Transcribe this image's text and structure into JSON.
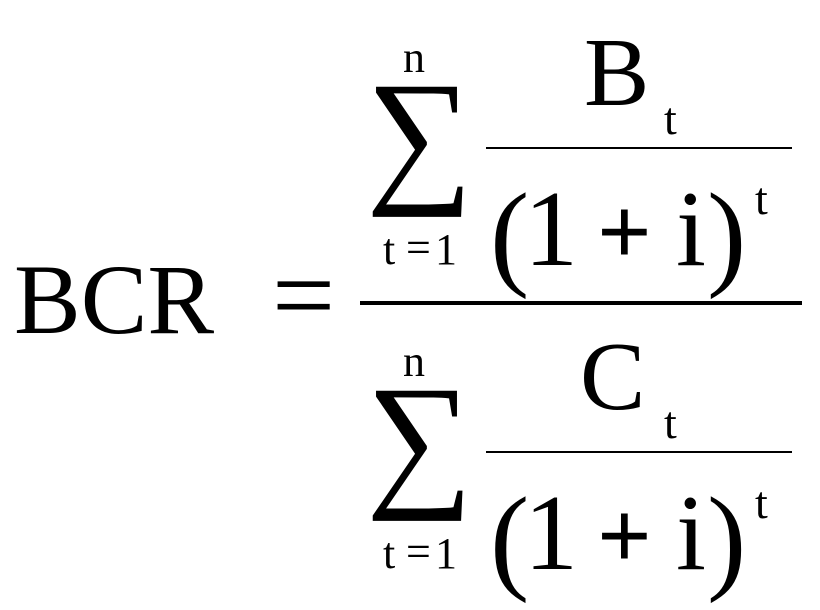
{
  "formula": {
    "lhs": "BCR",
    "equals": "=",
    "numerator": {
      "sum_symbol": "∑",
      "upper_limit": "n",
      "lower_limit_var": "t",
      "lower_limit_eq": "=",
      "lower_limit_val": "1",
      "term_main": "B",
      "term_sub": "t",
      "denom_open": "(",
      "denom_one": "1",
      "denom_plus": "+",
      "denom_rate": "i",
      "denom_close": ")",
      "denom_exp": "t"
    },
    "denominator": {
      "sum_symbol": "∑",
      "upper_limit": "n",
      "lower_limit_var": "t",
      "lower_limit_eq": "=",
      "lower_limit_val": "1",
      "term_main": "C",
      "term_sub": "t",
      "denom_open": "(",
      "denom_one": "1",
      "denom_plus": "+",
      "denom_rate": "i",
      "denom_close": ")",
      "denom_exp": "t"
    }
  }
}
